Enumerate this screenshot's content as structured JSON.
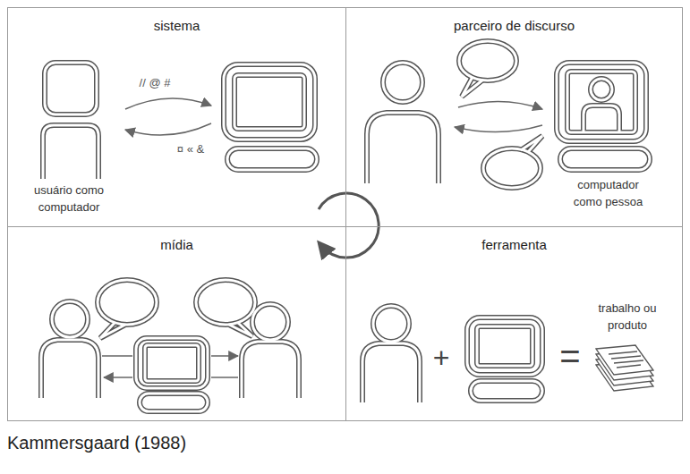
{
  "diagram": {
    "caption": "Kammersgaard (1988)",
    "nodes": [
      {
        "text": [
          "sistema"
        ]
      },
      {
        "text": [
          "parceiro de discurso"
        ]
      },
      {
        "text": [
          "mídia"
        ]
      },
      {
        "text": [
          "ferramenta"
        ]
      }
    ],
    "labels": [
      "// @ #",
      "¤ « &",
      "usuário como computador",
      "computador como pessoa",
      "trabalho ou produto",
      "+",
      "="
    ]
  }
}
